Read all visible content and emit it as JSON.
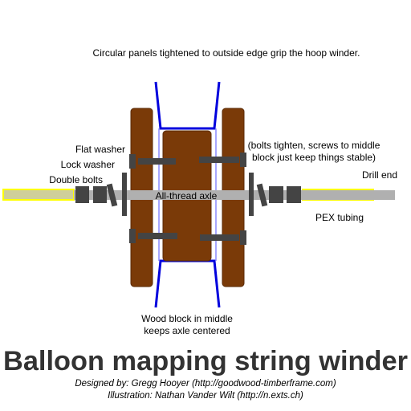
{
  "labels": {
    "top_note": "Circular panels tightened to outside edge grip the hoop winder.",
    "flat_washer": "Flat washer",
    "lock_washer": "Lock washer",
    "double_bolts": "Double bolts",
    "bolts_note_1": "(bolts tighten, screws to middle",
    "bolts_note_2": "block just keep things stable)",
    "drill_end": "Drill end",
    "axle": "All-thread axle",
    "pex": "PEX tubing",
    "wood_block_1": "Wood block in middle",
    "wood_block_2": "keeps axle centered"
  },
  "title": "Balloon mapping string winder",
  "credits": {
    "designer": "Designed by: Gregg Hooyer (http://goodwood-timberframe.com)",
    "illustrator": "Illustration: Nathan Vander Wilt (http://n.exts.ch)"
  },
  "colors": {
    "wood": "#7a3a08",
    "wood_stroke": "#5a2a04",
    "hoop": "#0000dd",
    "axle": "#b0b0b0",
    "pex_fill": "#cfcf9a",
    "pex_stroke": "#ffff00",
    "hardware": "#444444"
  }
}
